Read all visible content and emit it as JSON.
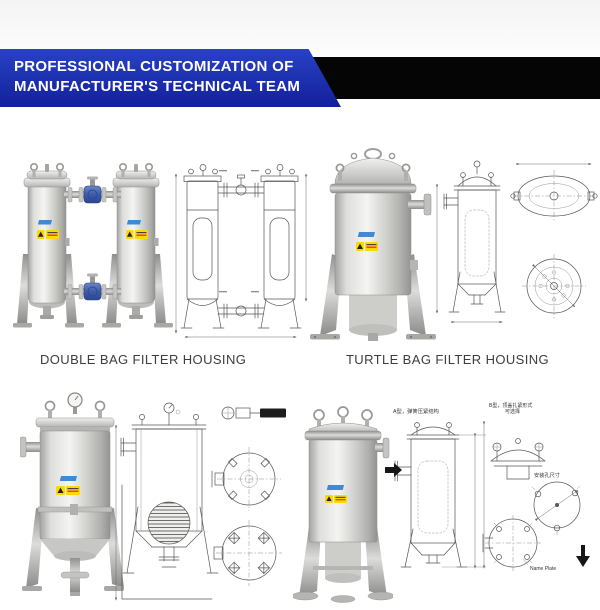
{
  "banner": {
    "line1": "PROFESSIONAL CUSTOMIZATION OF",
    "line2": "MANUFACTURER'S TECHNICAL TEAM"
  },
  "products": {
    "row1": [
      {
        "caption": "DOUBLE BAG FILTER HOUSING"
      },
      {
        "caption": "TURTLE BAG FILTER HOUSING"
      }
    ]
  },
  "drawing_notes": {
    "type_a": "A型，弹簧压紧结构",
    "type_b_line1": "B型，顶盖扎紧形式",
    "type_b_line2": "可选择",
    "mounting_holes": "安装孔尺寸",
    "name_plate": "Name Plate"
  },
  "colors": {
    "banner_blue": "#1e33b2",
    "banner_blue_dark": "#141f9b",
    "banner_black": "#050505",
    "banner_text": "#ffffff",
    "caption_text": "#3d3d3d",
    "warning_yellow": "#ffd800",
    "valve_blue": "#3d5ca9",
    "logo_blue": "#2e7ed0",
    "drawing_line": "#555555",
    "metal_light": "#f3f3f1",
    "metal_mid": "#d3d3d0",
    "metal_dark": "#9a9b98"
  }
}
